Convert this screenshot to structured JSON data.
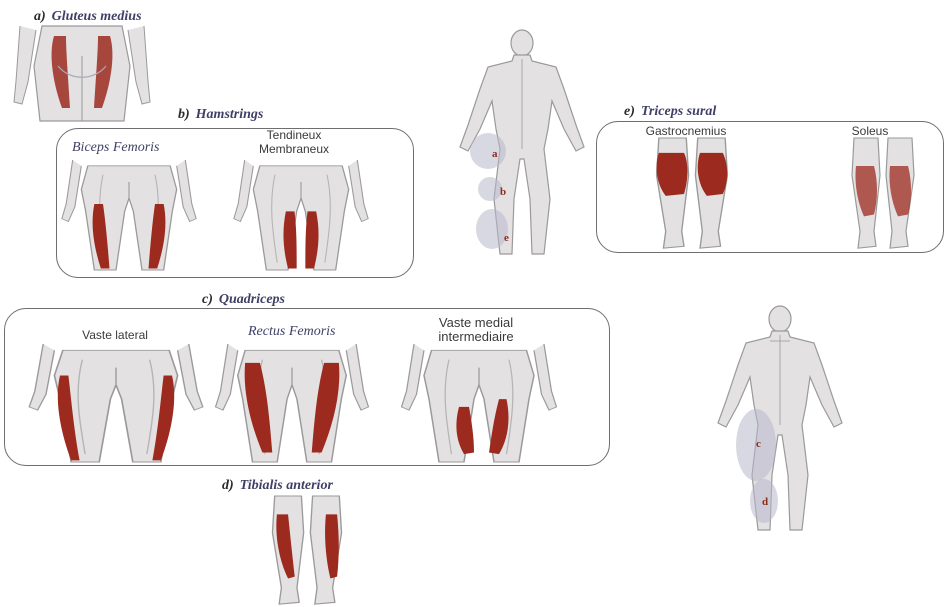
{
  "sections": {
    "a": {
      "letter": "a)",
      "title": "Gluteus medius"
    },
    "b": {
      "letter": "b)",
      "title": "Hamstrings",
      "labels": [
        "Biceps Femoris",
        "Tendineux\nMembraneux"
      ]
    },
    "c": {
      "letter": "c)",
      "title": "Quadriceps",
      "labels": [
        "Vaste lateral",
        "Rectus Femoris",
        "Vaste medial\nintermediaire"
      ]
    },
    "d": {
      "letter": "d)",
      "title": "Tibialis anterior"
    },
    "e": {
      "letter": "e)",
      "title": "Triceps sural",
      "labels": [
        "Gastrocnemius",
        "Soleus"
      ]
    }
  },
  "body_markers": {
    "back": [
      "a",
      "b",
      "e"
    ],
    "front": [
      "c",
      "d"
    ]
  },
  "colors": {
    "muscle": "#9c2a1e",
    "skin": "#e3e1e2",
    "outline": "#9a9a9a",
    "title": "#3f3f66",
    "zone": "#b8b8cc"
  }
}
